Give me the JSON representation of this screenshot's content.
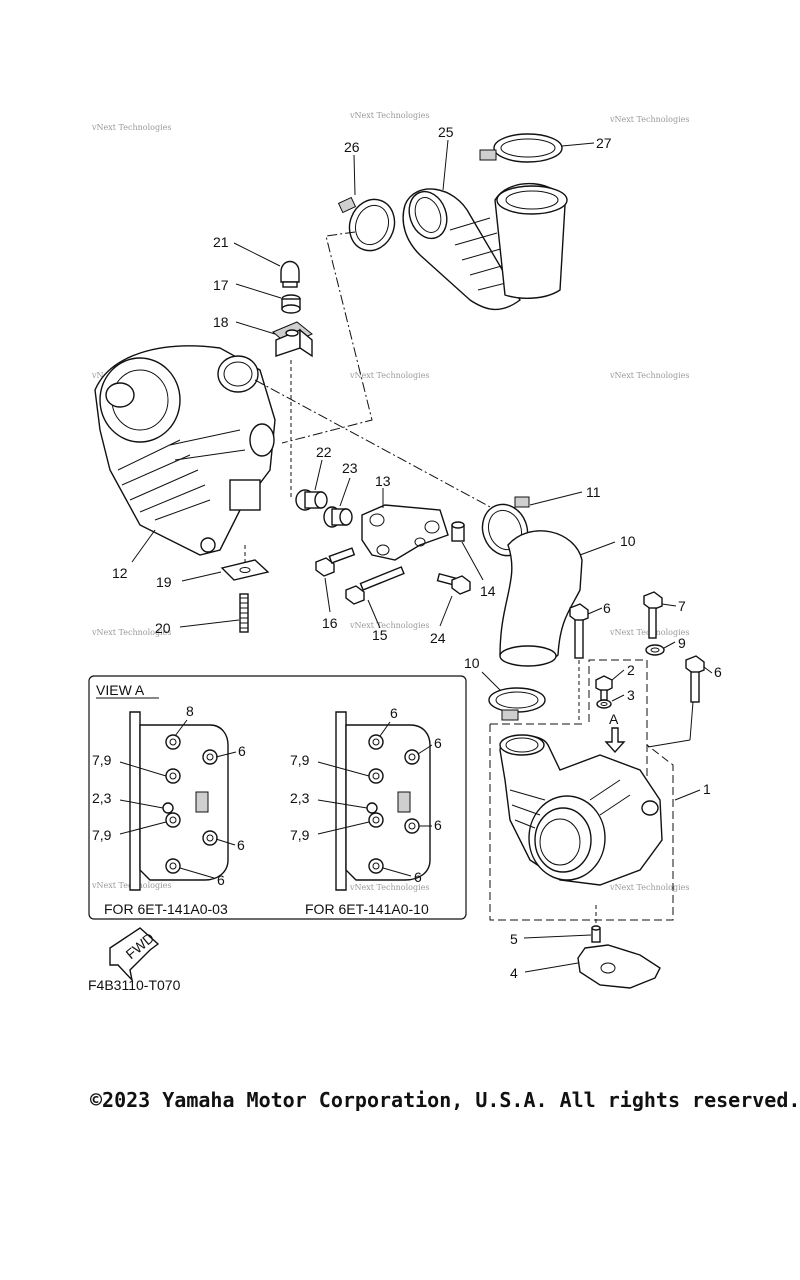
{
  "watermark": "vNext Technologies",
  "part_numbers": [
    "1",
    "2",
    "3",
    "4",
    "5",
    "6",
    "7",
    "8",
    "9",
    "10",
    "11",
    "12",
    "13",
    "14",
    "15",
    "16",
    "17",
    "18",
    "19",
    "20",
    "21",
    "22",
    "23",
    "24",
    "25",
    "26",
    "27"
  ],
  "labels": {
    "p26": "26",
    "p25": "25",
    "p27": "27",
    "p21": "21",
    "p17": "17",
    "p18": "18",
    "p22": "22",
    "p23": "23",
    "p13": "13",
    "p11": "11",
    "p10a": "10",
    "p12": "12",
    "p19": "19",
    "p14": "14",
    "p16": "16",
    "p15": "15",
    "p24": "24",
    "p20": "20",
    "p6a": "6",
    "p7": "7",
    "p9": "9",
    "p2": "2",
    "p3": "3",
    "p6b": "6",
    "pA": "A",
    "p10b": "10",
    "p1": "1",
    "p5": "5",
    "p4": "4"
  },
  "view_a": {
    "title": "VIEW A",
    "left_caption": "FOR 6ET-141A0-03",
    "right_caption": "FOR 6ET-141A0-10",
    "left_labels": {
      "a": "8",
      "b": "6",
      "c": "7,9",
      "d": "2,3",
      "e": "7,9",
      "f": "6",
      "g": "6"
    },
    "right_labels": {
      "a": "6",
      "b": "6",
      "c": "7,9",
      "d": "2,3",
      "e": "7,9",
      "f": "6",
      "g": "6"
    }
  },
  "fwd_label": "FWD",
  "figure_code": "F4B3110-T070",
  "copyright": "©2023 Yamaha Motor Corporation, U.S.A. All rights reserved."
}
